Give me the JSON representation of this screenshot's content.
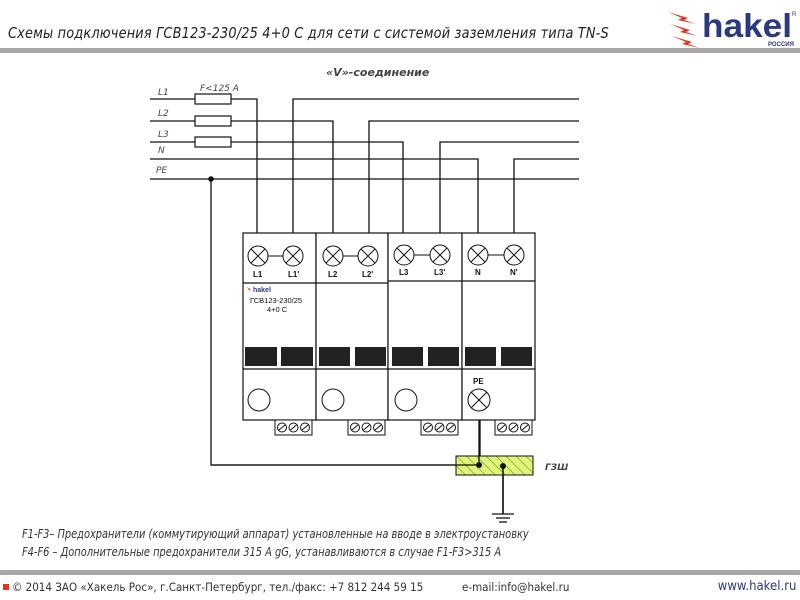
{
  "header": {
    "title": "Схемы подключения ГСВ123-230/25 4+0 С для сети с системой заземления типа TN-S",
    "logo": {
      "brand": "hakel",
      "sub": "РОССИЯ",
      "reg": "R"
    }
  },
  "diagram": {
    "connection_title": "«V»-соединение",
    "lines": [
      {
        "label": "L1"
      },
      {
        "label": "L2"
      },
      {
        "label": "L3"
      },
      {
        "label": "N"
      },
      {
        "label": "PE"
      }
    ],
    "fuse_label": "F<125 A",
    "modules": [
      {
        "terminals": [
          "L1",
          "L1'"
        ],
        "brand": "hakel",
        "model": "ГСВ123-230/25",
        "config": "4+0 C"
      },
      {
        "terminals": [
          "L2",
          "L2'"
        ]
      },
      {
        "terminals": [
          "L3",
          "L3'"
        ]
      },
      {
        "terminals": [
          "N",
          "N'"
        ],
        "pe_label": "PE"
      }
    ],
    "ground_bar_label": "ГЗШ",
    "colors": {
      "ground_bar": "#e4f27a",
      "hatch": "#3aa832",
      "block": "#222222"
    }
  },
  "notes": [
    "F1-F3– Предохранители (коммутирующий аппарат) установленные на вводе в электроустановку",
    "F4-F6 – Дополнительные предохранители 315 A gG, устанавливаются в случае F1-F3>315 A"
  ],
  "footer": {
    "copyright": "© 2014 ЗАО «Хакель Рос», г.Санкт-Петербург, тел./факс: +7 812 244 59 15",
    "email": "e-mail:info@hakel.ru",
    "website": "www.hakel.ru"
  }
}
